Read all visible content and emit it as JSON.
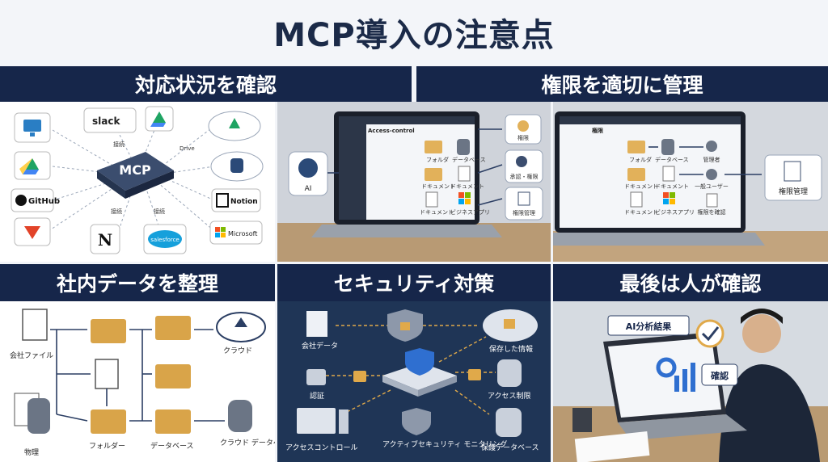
{
  "title": "MCP導入の注意点",
  "bands": {
    "status": "対応状況を確認",
    "permissions": "権限を適切に管理",
    "data": "社内データを整理",
    "security": "セキュリティ対策",
    "human": "最後は人が確認"
  },
  "panel1": {
    "hub": "MCP",
    "services": {
      "slack": "slack",
      "github": "GitHub",
      "notion": "Notion",
      "salesforce": "salesforce",
      "microsoft": "Microsoft"
    },
    "links": {
      "connect1": "接続",
      "connect2": "接続",
      "connect3": "接続",
      "drive": "Drive"
    }
  },
  "panel2": {
    "ai": "AI",
    "window_title": "Access-control",
    "items": [
      "フォルダ",
      "データベース",
      "ドキュメント",
      "ドキュメント",
      "ドキュメント",
      "ビジネスアプリ"
    ],
    "roles": [
      "権限",
      "承認・権限",
      "権限管理"
    ]
  },
  "panel3": {
    "window_title": "権限",
    "items": [
      "フォルダ",
      "データベース",
      "ドキュメント",
      "ドキュメント",
      "ドキュメント",
      "ビジネスアプリ"
    ],
    "users": [
      "管理者",
      "一般ユーザー",
      "権限を確認"
    ],
    "result": "権限管理"
  },
  "panel4": {
    "labels": {
      "company_file": "会社ファイル",
      "physical": "物理",
      "folder": "フォルダー",
      "database": "データベース",
      "cloud": "クラウド",
      "cloud_db": "クラウド\nデータベース"
    }
  },
  "panel5": {
    "labels": {
      "company_data": "会社データ",
      "saved_info": "保存した情報",
      "auth": "認証",
      "access_limit": "アクセス制限",
      "access_control": "アクセスコントロール",
      "monitoring": "アクティブセキュリティ\nモニタリング",
      "protected_db": "保護データベース"
    }
  },
  "panel6": {
    "ai_result": "AI分析結果",
    "confirm": "確認"
  },
  "colors": {
    "navy": "#16264a",
    "accent": "#2b3e63",
    "bg": "#f3f5f9"
  }
}
